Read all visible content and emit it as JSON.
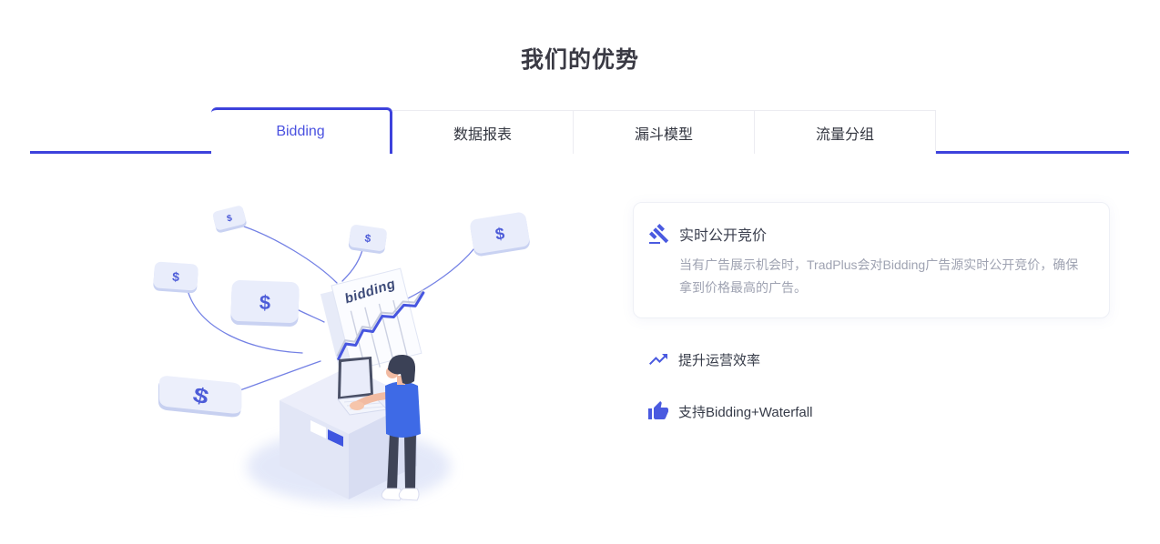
{
  "page": {
    "title": "我们的优势"
  },
  "tabs": {
    "items": [
      {
        "label": "Bidding",
        "active": true
      },
      {
        "label": "数据报表",
        "active": false
      },
      {
        "label": "漏斗模型",
        "active": false
      },
      {
        "label": "流量分组",
        "active": false
      }
    ]
  },
  "features": {
    "card": {
      "icon": "gavel-icon",
      "title": "实时公开竞价",
      "description": "当有广告展示机会时，TradPlus会对Bidding广告源实时公开竞价，确保拿到价格最高的广告。"
    },
    "items": [
      {
        "icon": "trending-up-icon",
        "title": "提升运营效率"
      },
      {
        "icon": "thumbs-up-icon",
        "title": "支持Bidding+Waterfall"
      }
    ]
  },
  "illustration": {
    "panel_label": "bidding",
    "currency_symbol": "$"
  },
  "colors": {
    "accent_blue": "#3d42dc",
    "active_tab_text": "#4a51e0",
    "icon_blue": "#4a5ae0",
    "title_text": "#3a3a44",
    "tab_text": "#333640",
    "feature_title_text": "#3d4150",
    "description_text": "#9fa3b2",
    "illustration_tag_fill": "#e9edfb",
    "illustration_line": "#5b6be0"
  }
}
